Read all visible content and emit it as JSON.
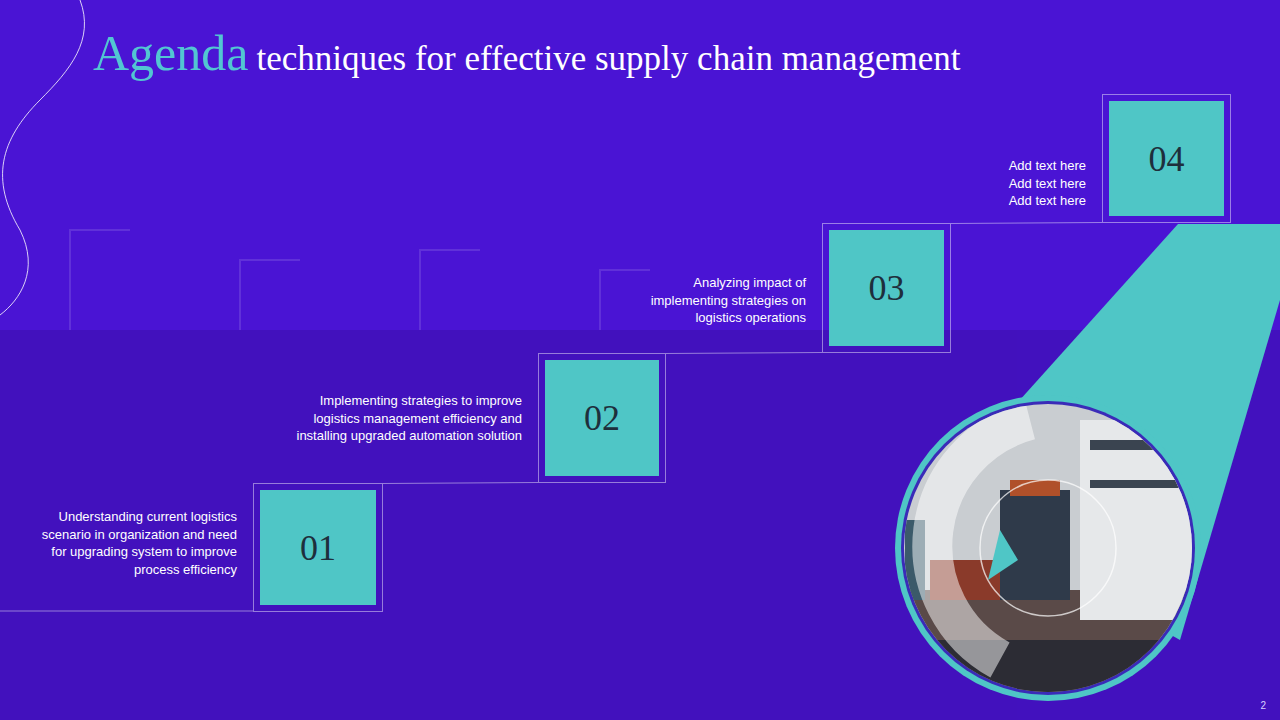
{
  "diagram": {
    "title": "Agenda",
    "nodes": [
      {
        "text": [
          "Understanding current logistics scenario in organization and need for upgrading system to improve process efficiency",
          "01"
        ]
      },
      {
        "text": [
          "Implementing  strategies to improve logistics management efficiency and installing upgraded automation solution",
          "02"
        ]
      },
      {
        "text": [
          "Analyzing impact of implementing strategies on logistics operations",
          "03"
        ]
      },
      {
        "text": [
          "Add text here Add text here Add text here",
          "04"
        ]
      }
    ],
    "edges": [
      {
        "from": 0,
        "to": 1,
        "arrow": "none"
      },
      {
        "from": 1,
        "to": 2,
        "arrow": "none"
      },
      {
        "from": 2,
        "to": 3,
        "arrow": "none"
      }
    ],
    "labels": [
      "techniques for effective supply chain management",
      "2"
    ]
  }
}
